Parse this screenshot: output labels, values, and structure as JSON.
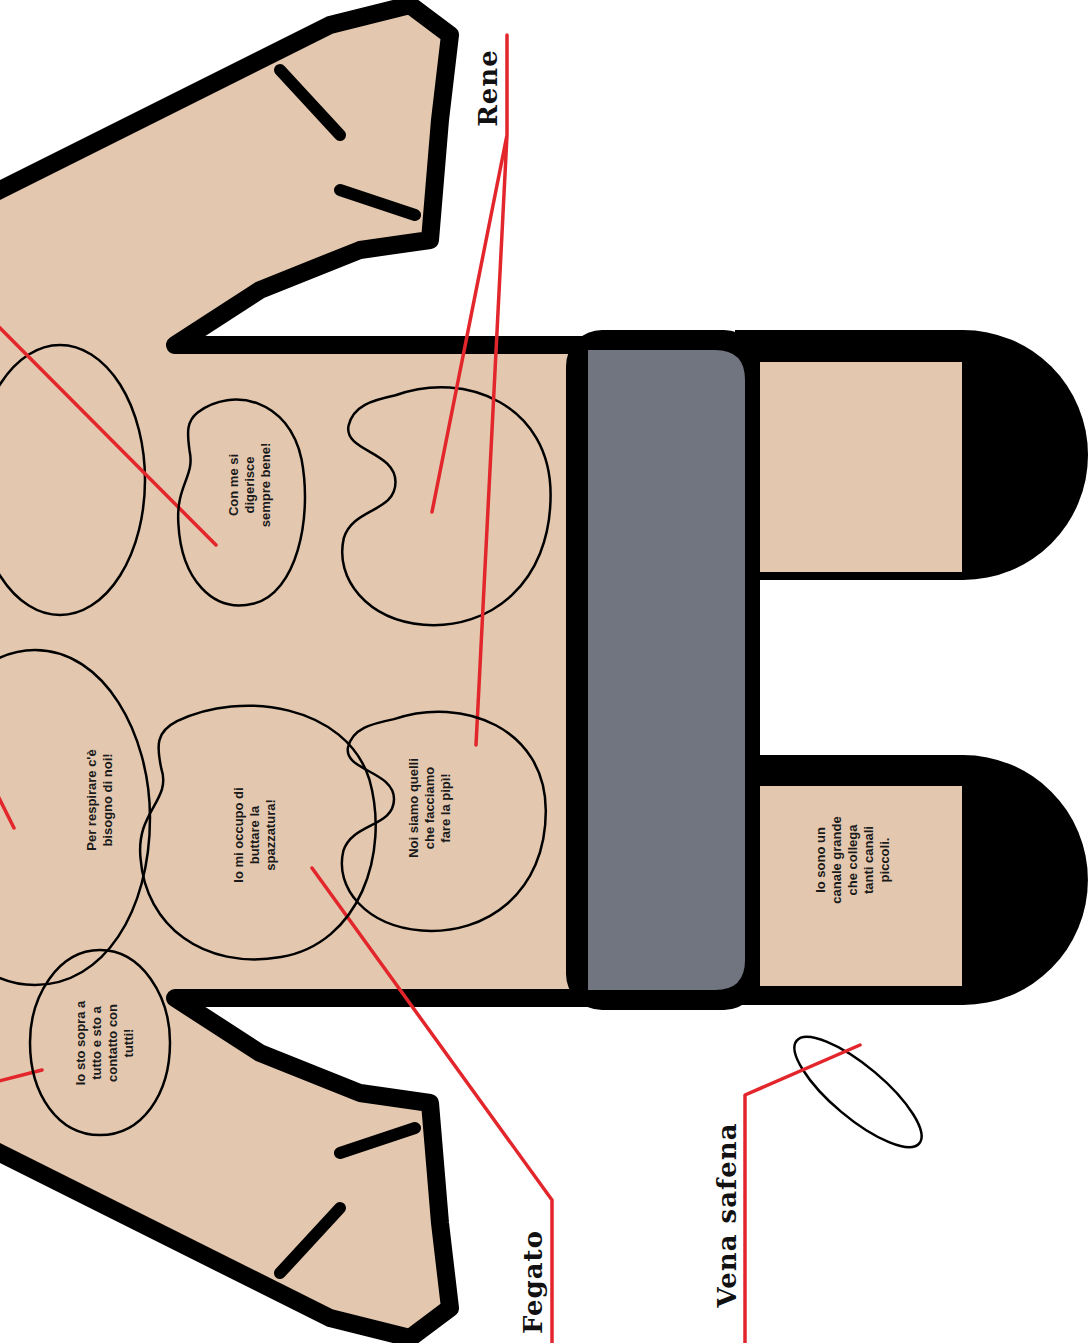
{
  "diagram": {
    "nodes": [
      {
        "text": [
          "Per respirare c'è bisogno di noi!"
        ]
      },
      {
        "text": [
          "Io sto sopra a tutto e sto a contatto con tutti!"
        ]
      },
      {
        "text": [
          "Con me si digerisce sempre bene!"
        ]
      },
      {
        "text": [
          "Io mi occupo di buttare la spazzatura!"
        ]
      },
      {
        "text": [
          "Noi siamo quelli che facciamo fare la pipì!"
        ]
      }
    ],
    "labels": [
      "Rene",
      "Fegato",
      "Vena safena",
      "Io sono un canale grande che collega tanti canali piccoli."
    ]
  }
}
